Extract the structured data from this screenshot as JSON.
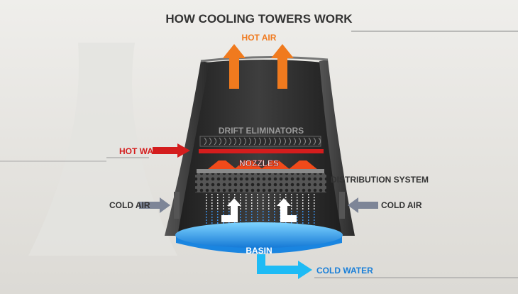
{
  "title": "HOW COOLING TOWERS WORK",
  "labels": {
    "hot_air": "HOT AIR",
    "drift_eliminators": "DRIFT ELIMINATORS",
    "hot_water": "HOT WATER",
    "nozzles": "NOZZLES",
    "distribution_system": "DISTRIBUTION SYSTEM",
    "cold_air_left": "COLD AIR",
    "cold_air_right": "COLD AIR",
    "basin": "BASIN",
    "cold_water": "COLD WATER"
  },
  "colors": {
    "hot_air": "#f07a1e",
    "hot_water": "#d41d1d",
    "cold_air": "#7d8597",
    "cold_water": "#1ea7e8",
    "tower": "#3a3a3a",
    "text": "#333333"
  }
}
